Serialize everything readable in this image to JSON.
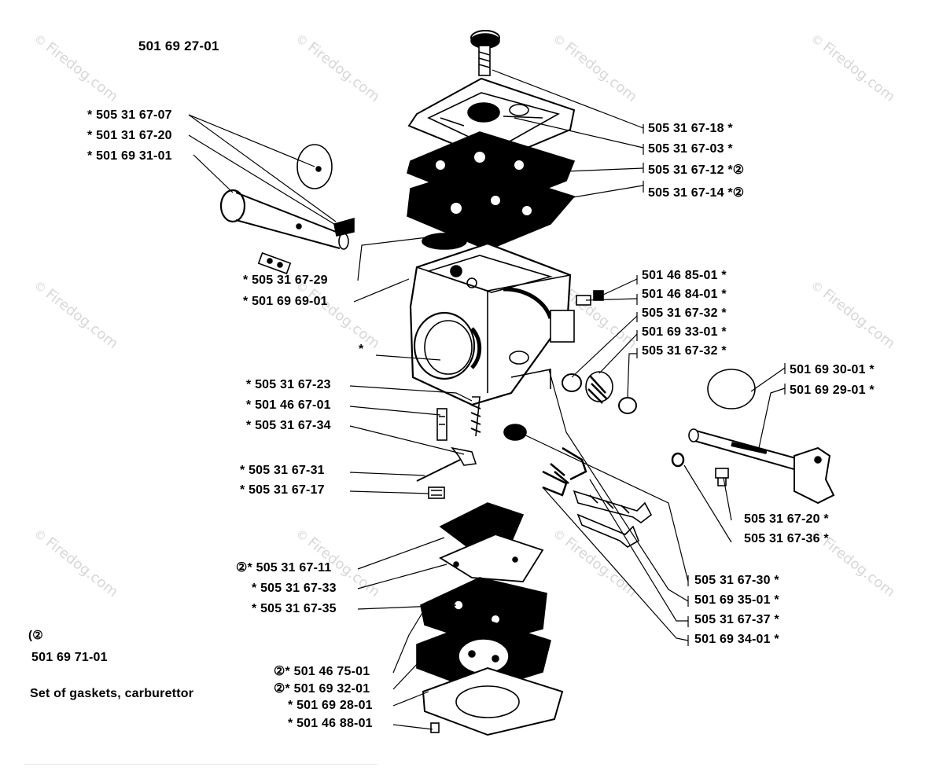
{
  "assembly_number": "501 69 27-01",
  "watermark_text": "Firedog.com",
  "watermark_symbol": "©",
  "kit_note": {
    "symbol": "(②",
    "part_number": "501 69 71-01",
    "description": "Set of gaskets, carburettor"
  },
  "lone_star": "*",
  "left_labels": [
    "* 505 31 67-07",
    "* 501 31 67-20",
    "* 501 69 31-01",
    "* 505 31 67-29",
    "* 501 69 69-01",
    "* 505 31 67-23",
    "* 501 46 67-01",
    "* 505 31 67-34",
    "* 505 31 67-31",
    "* 505 31 67-17",
    "②* 505 31 67-11",
    "* 505 31 67-33",
    "* 505 31 67-35",
    "②* 501 46 75-01",
    "②* 501 69 32-01",
    "* 501 69 28-01",
    "* 501 46 88-01"
  ],
  "right_labels": [
    "505 31 67-18 *",
    "505 31 67-03 *",
    "505 31 67-12 *②",
    "505 31 67-14 *②",
    "501 46 85-01 *",
    "501 46 84-01 *",
    "505 31 67-32 *",
    "501 69 33-01 *",
    "505 31 67-32 *",
    "501 69 30-01 *",
    "501 69 29-01 *",
    "505 31 67-20 *",
    "505 31 67-36 *",
    "505 31 67-30 *",
    "501 69 35-01 *",
    "505 31 67-37 *",
    "501 69 34-01 *"
  ],
  "colors": {
    "ink": "#000000",
    "paper": "#ffffff",
    "watermark": "#d7d7d7"
  }
}
